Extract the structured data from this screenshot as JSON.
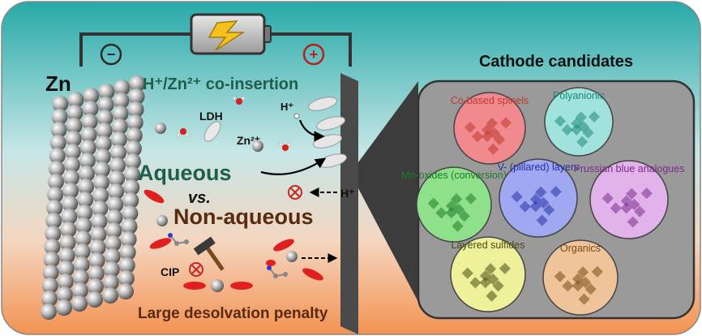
{
  "labels": {
    "zn": "Zn",
    "minus": "−",
    "plus": "+",
    "co_insertion": "H⁺/Zn²⁺ co-insertion",
    "ldh": "LDH",
    "zn2": "Zn²⁺",
    "hplus_top": "H⁺",
    "aqueous": "Aqueous",
    "vs": "vs.",
    "non_aqueous": "Non-aqueous",
    "hplus_side": "H⁺",
    "cip": "CIP",
    "desolvation": "Large desolvation penalty",
    "cathode_title": "Cathode candidates"
  },
  "candidates": [
    {
      "label": "Co-based spinels",
      "color": "#f08a8f",
      "text_color": "#c0392b"
    },
    {
      "label": "Polyanionic",
      "color": "#9fe3dc",
      "text_color": "#1f8a7a"
    },
    {
      "label": "Mn-oxides (conversion)",
      "color": "#8fe08a",
      "text_color": "#1e7a2a"
    },
    {
      "label": "V- (pillared) layers",
      "color": "#9fa8f0",
      "text_color": "#2431a8"
    },
    {
      "label": "Prussian blue analogues",
      "color": "#e2b3ea",
      "text_color": "#7a2c8a"
    },
    {
      "label": "Layered sulfides",
      "color": "#eef09a",
      "text_color": "#4a4a10"
    },
    {
      "label": "Organics",
      "color": "#f0c49a",
      "text_color": "#7a4a14"
    }
  ],
  "colors": {
    "bg_top": "#2eb3b0",
    "bg_mid": "#bfe2e3",
    "bg_bottom": "#f3a26a",
    "panel": "#9a9a9a",
    "electrode": "#555555",
    "accent_red": "#d8262b",
    "dark_green": "#1f5e4b",
    "dark_brown": "#5a2a10"
  }
}
